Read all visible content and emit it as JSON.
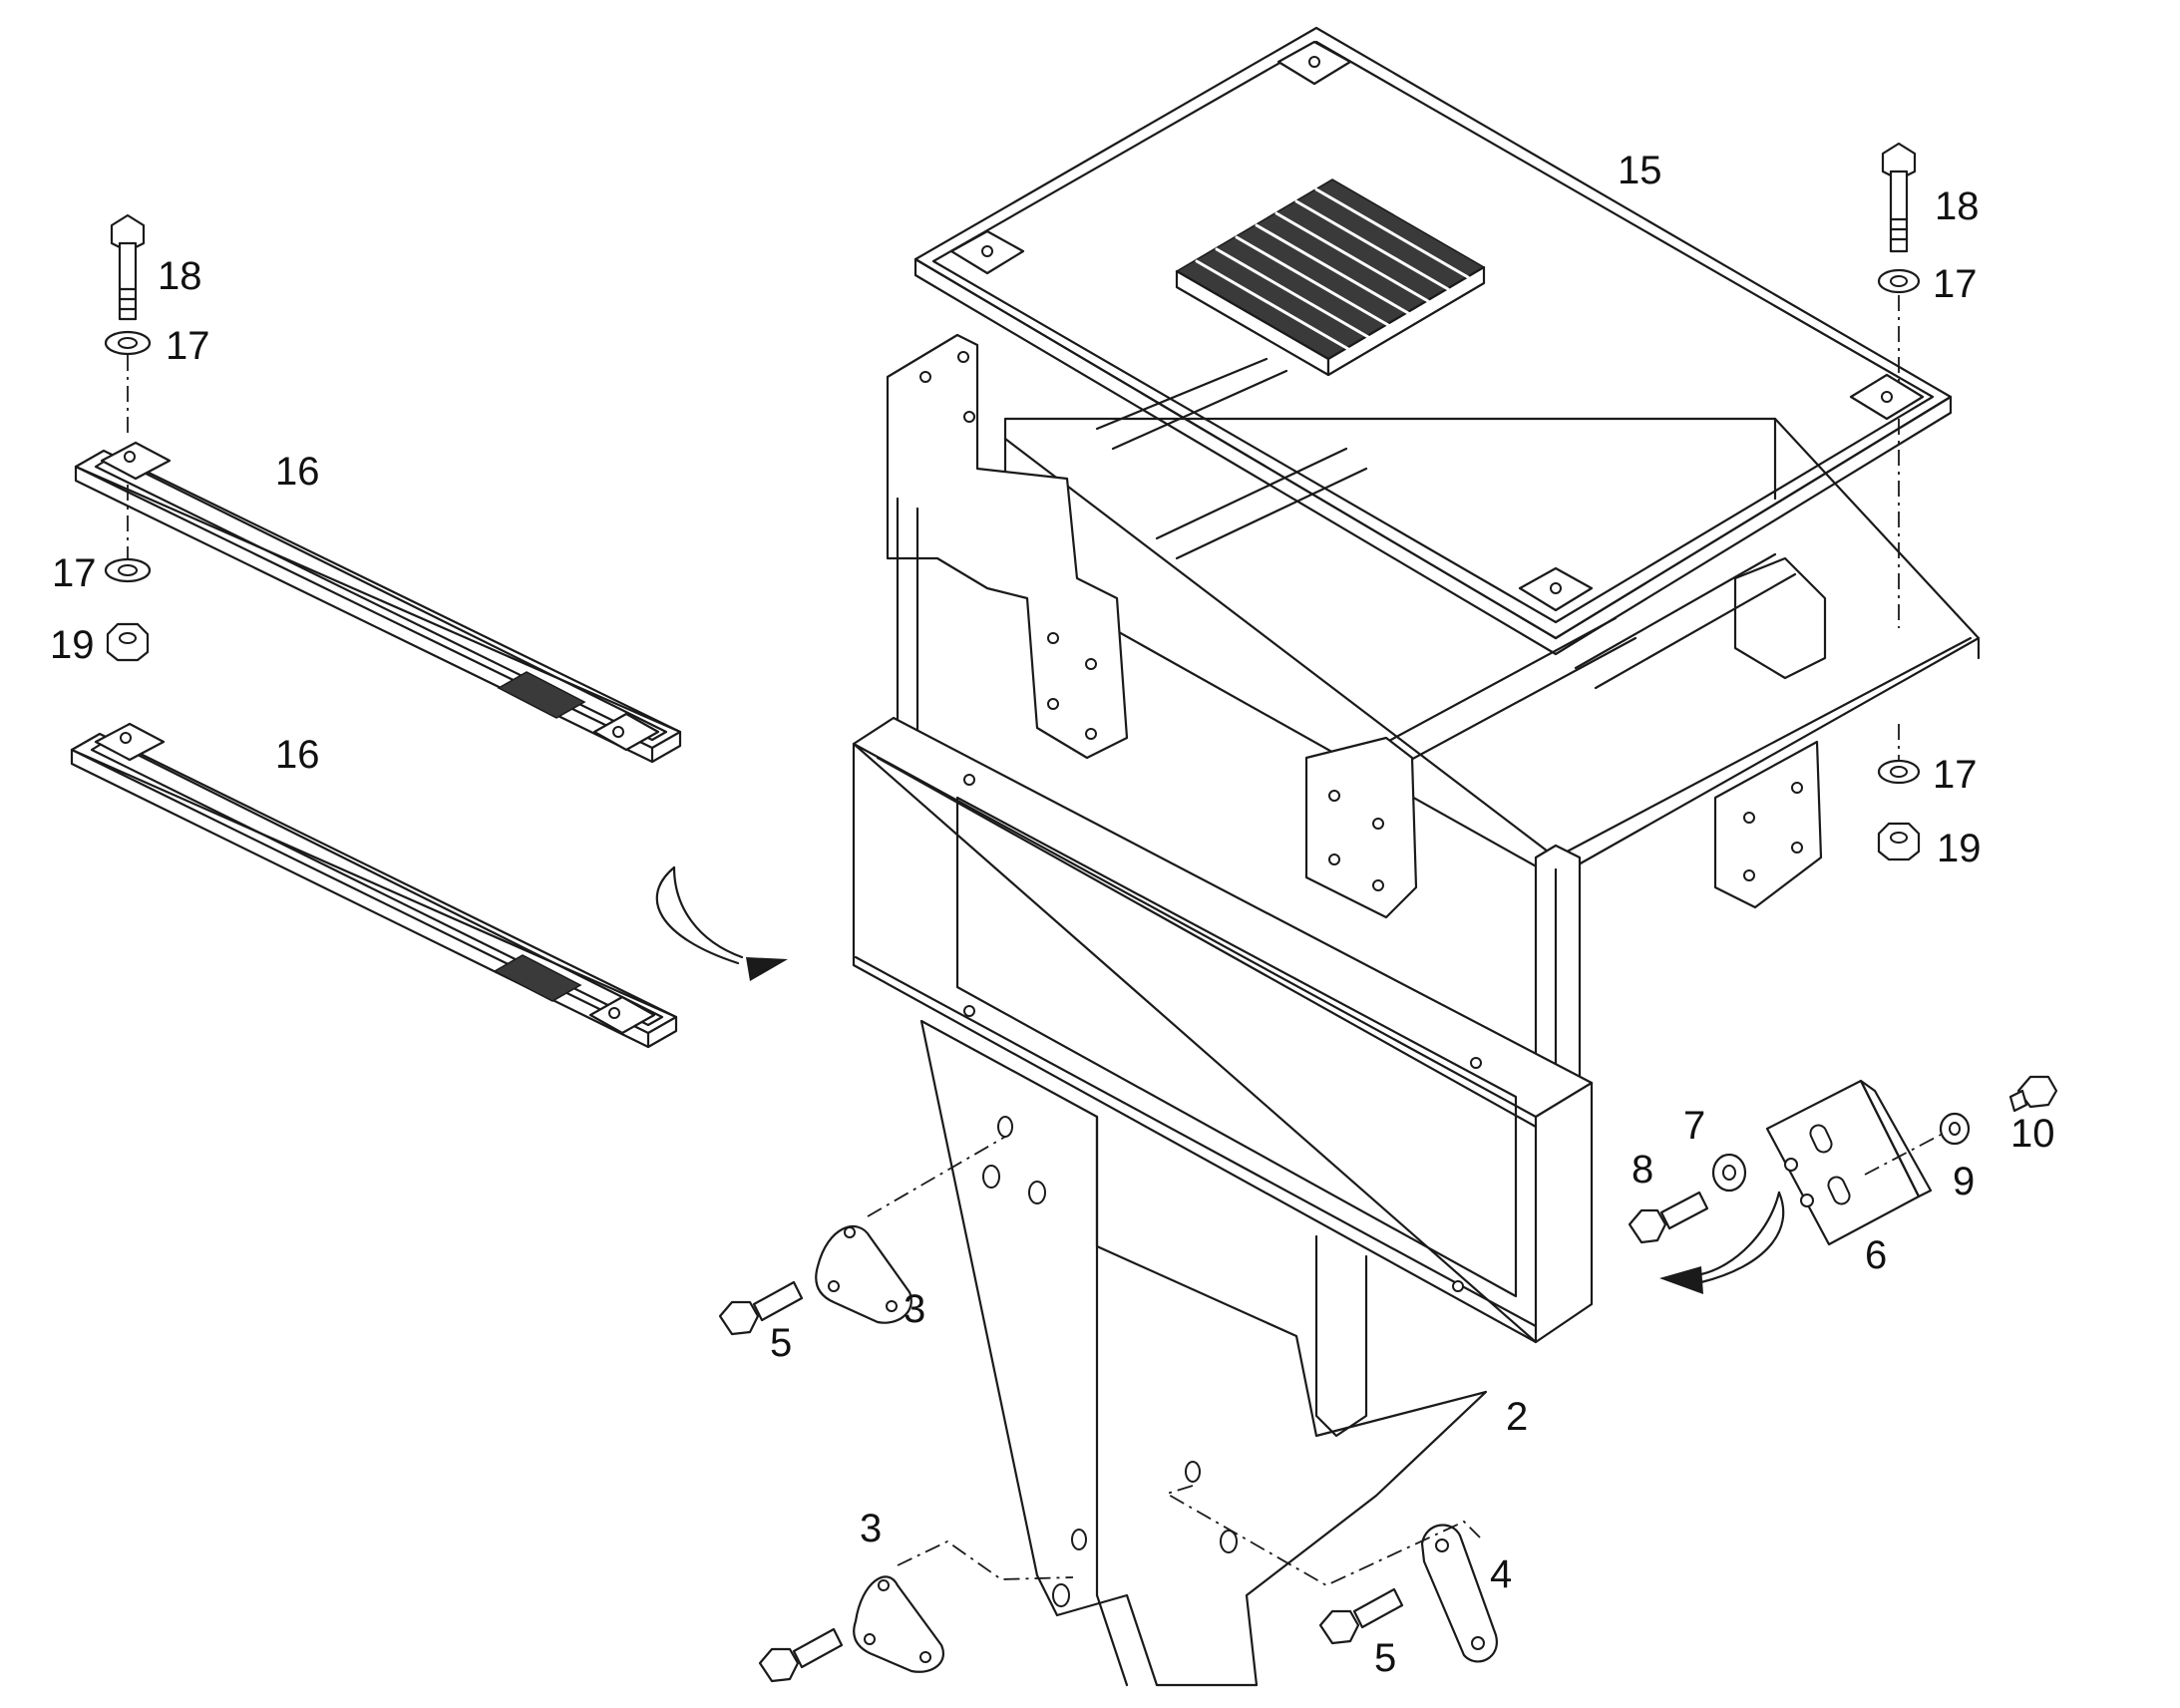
{
  "callouts": {
    "c2": "2",
    "c3a": "3",
    "c3b": "3",
    "c4": "4",
    "c5a": "5",
    "c5b": "5",
    "c6": "6",
    "c7": "7",
    "c8": "8",
    "c9": "9",
    "c10": "10",
    "c15": "15",
    "c16a": "16",
    "c16b": "16",
    "c17a": "17",
    "c17b": "17",
    "c17c": "17",
    "c17d": "17",
    "c18a": "18",
    "c18b": "18",
    "c19a": "19",
    "c19b": "19"
  },
  "colors": {
    "line": "#1a1a1a",
    "background": "#ffffff",
    "fill_dark": "#3a3a3a"
  }
}
